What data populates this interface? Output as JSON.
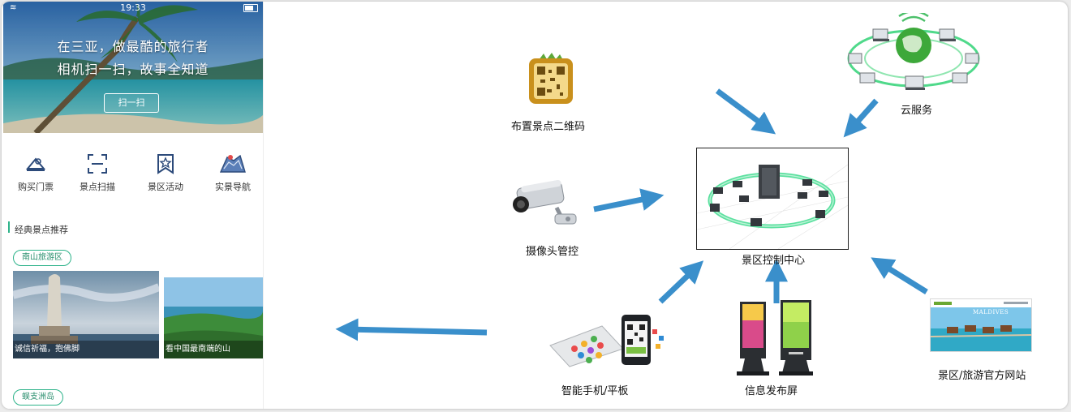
{
  "phone": {
    "status_time": "19:33",
    "banner_line1": "在三亚，做最酷的旅行者",
    "banner_line2": "相机扫一扫，故事全知道",
    "scan_button": "扫一扫",
    "nav": [
      {
        "label": "购买门票",
        "icon": "ticket-icon"
      },
      {
        "label": "景点扫描",
        "icon": "scan-frame-icon"
      },
      {
        "label": "景区活动",
        "icon": "star-bookmark-icon"
      },
      {
        "label": "实景导航",
        "icon": "map-icon"
      }
    ],
    "section_title": "经典景点推荐",
    "tag1": "南山旅游区",
    "cards": [
      {
        "caption": "诚信祈福，抱佛脚"
      },
      {
        "caption": "看中国最南端的山"
      }
    ],
    "tag2": "蜈支洲岛"
  },
  "diagram": {
    "qr_label": "布置景点二维码",
    "cloud_label": "云服务",
    "camera_label": "摄像头管控",
    "center_label": "景区控制中心",
    "phone_label": "智能手机/平板",
    "screen_label": "信息发布屏",
    "website_label": "景区/旅游官方网站",
    "website_banner_text": "MALDIVES",
    "arrow_color": "#3a8fcb",
    "ring_color": "#5ce0a0"
  }
}
